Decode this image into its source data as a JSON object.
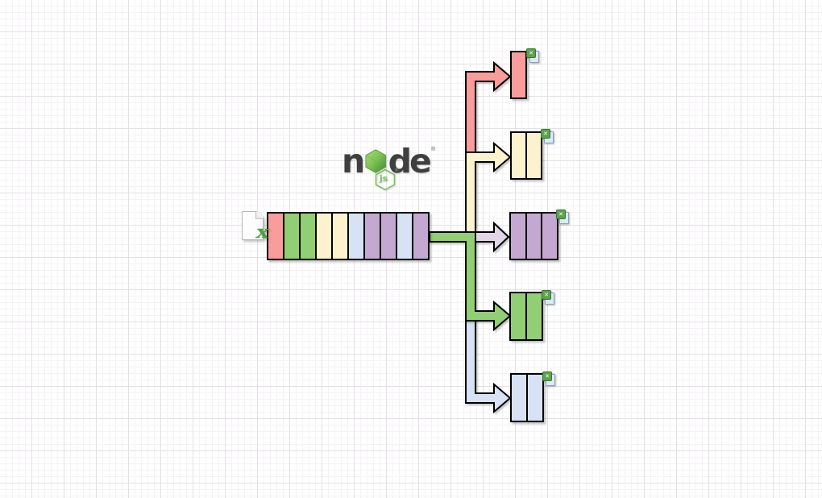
{
  "colors": {
    "red": "#F89D9C",
    "green": "#92CE73",
    "yellow": "#FDF2CE",
    "blue": "#D7E3F4",
    "purple": "#C5A8D1",
    "lavender": "#E1D5E7",
    "stroke": "#000000"
  },
  "logo": {
    "prefix": "n",
    "suffix": "de",
    "badge": "js",
    "registered": "®",
    "hex_light": "#A9DC74",
    "hex_dark": "#3F873F",
    "text_color": "#3E3F3E",
    "badge_color": "#7FBE5F"
  },
  "icons": {
    "excel_x_mark": "X",
    "mini_x_mark": "✕"
  },
  "source": {
    "icon": "excel-file-icon",
    "segments": [
      "red",
      "green",
      "green",
      "yellow",
      "yellow",
      "blue",
      "purple",
      "purple",
      "blue",
      "purple"
    ]
  },
  "outputs": [
    {
      "name": "red-output-bar",
      "color": "red",
      "segment_count": 1,
      "segments": [
        "red"
      ]
    },
    {
      "name": "yellow-output-bar",
      "color": "yellow",
      "segment_count": 2,
      "segments": [
        "yellow",
        "yellow"
      ]
    },
    {
      "name": "purple-output-bar",
      "color": "purple",
      "segment_count": 3,
      "segments": [
        "purple",
        "purple",
        "purple"
      ]
    },
    {
      "name": "green-output-bar",
      "color": "green",
      "segment_count": 2,
      "segments": [
        "green",
        "green"
      ]
    },
    {
      "name": "blue-output-bar",
      "color": "blue",
      "segment_count": 2,
      "segments": [
        "blue",
        "blue"
      ]
    }
  ],
  "arrows": [
    {
      "name": "arrow-to-red",
      "color_key": "red"
    },
    {
      "name": "arrow-to-yellow",
      "color_key": "yellow"
    },
    {
      "name": "arrow-to-blue",
      "color_key": "blue"
    },
    {
      "name": "arrow-to-green",
      "color_key": "green"
    },
    {
      "name": "arrow-to-purple",
      "color_key": "lavender"
    }
  ]
}
